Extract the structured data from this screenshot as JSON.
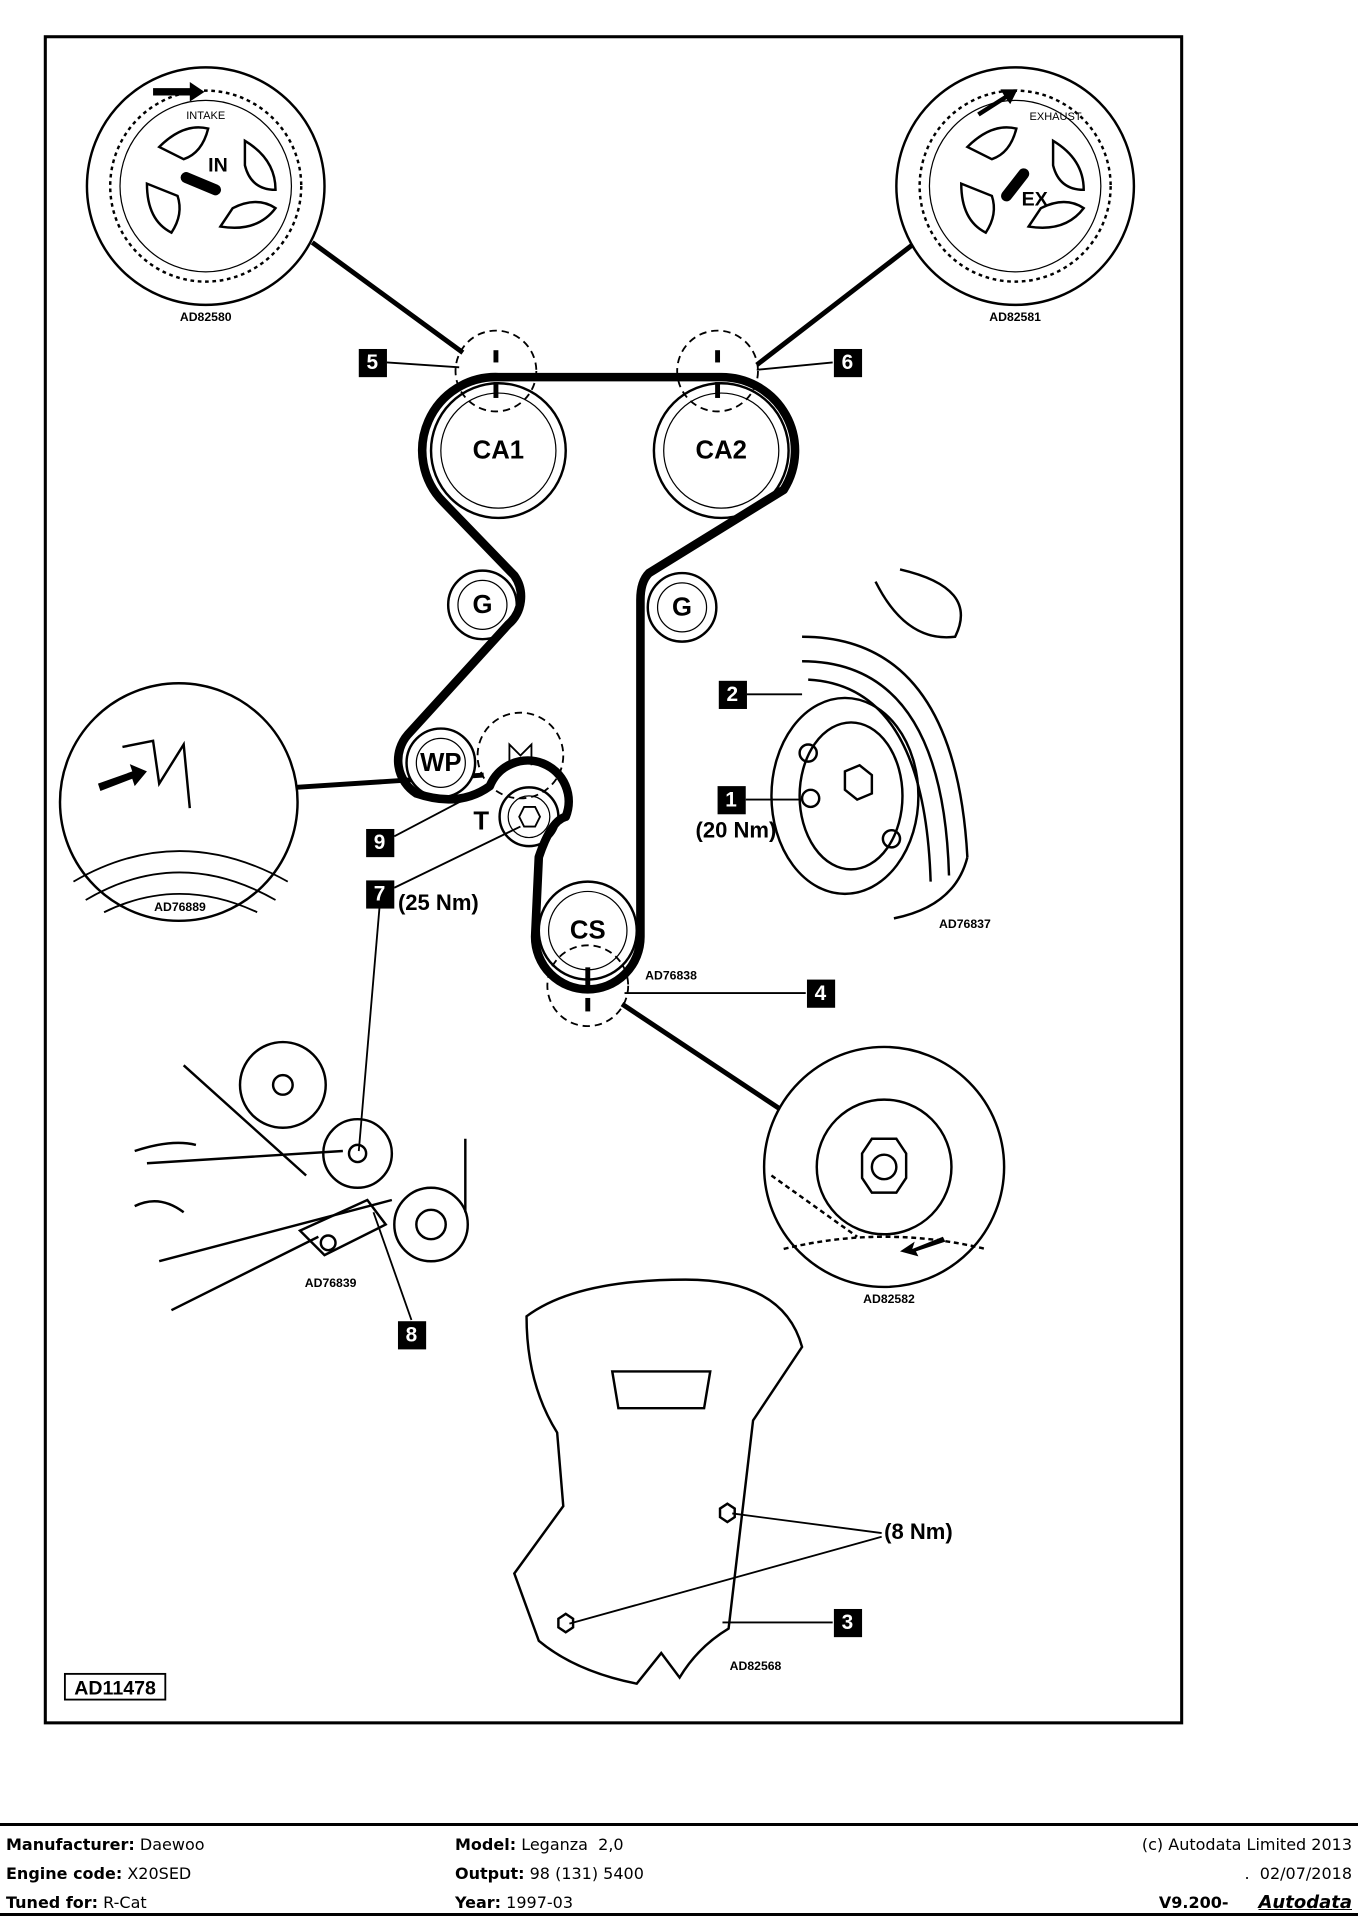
{
  "diagram": {
    "pulleys": {
      "ca1": "CA1",
      "ca2": "CA2",
      "g_left": "G",
      "g_right": "G",
      "wp": "WP",
      "t": "T",
      "cs": "CS"
    },
    "sprocket_marks": {
      "intake": "INTAKE",
      "in": "IN",
      "exhaust": "EXHAUST",
      "ex": "EX"
    },
    "callouts": [
      "1",
      "2",
      "3",
      "4",
      "5",
      "6",
      "7",
      "8",
      "9"
    ],
    "torques": {
      "c1": "(20 Nm)",
      "c7": "(25 Nm)",
      "c3": "(8 Nm)"
    },
    "codes": {
      "intake": "AD82580",
      "exhaust": "AD82581",
      "left_inset": "AD76889",
      "pulley": "AD76837",
      "belt": "AD76838",
      "crank_inset": "AD82582",
      "tensioner": "AD76839",
      "cover": "AD82568",
      "main": "AD11478"
    }
  },
  "footer": {
    "manufacturer_label": "Manufacturer:",
    "manufacturer": "Daewoo",
    "engine_label": "Engine code:",
    "engine": "X20SED",
    "tuned_label": "Tuned for:",
    "tuned": "R-Cat",
    "model_label": "Model:",
    "model": "Leganza  2,0",
    "output_label": "Output:",
    "output": "98 (131) 5400",
    "year_label": "Year:",
    "year": "1997-03",
    "copyright": "(c) Autodata Limited 2013",
    "date": ".  02/07/2018",
    "version": "V9.200-",
    "logo": "Autodata"
  }
}
